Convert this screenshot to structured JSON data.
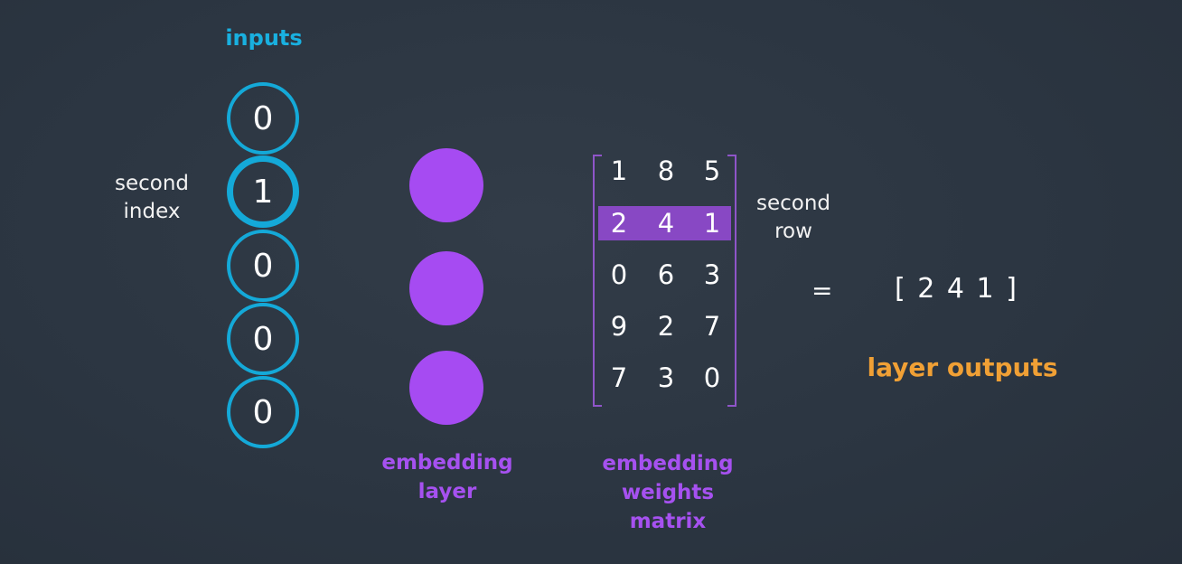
{
  "inputs": {
    "title": "inputs",
    "values": [
      "0",
      "1",
      "0",
      "0",
      "0"
    ],
    "active_index": 1
  },
  "side_label": {
    "line1": "second",
    "line2": "index"
  },
  "embedding_layer": {
    "line1": "embedding",
    "line2": "layer",
    "node_count": 3
  },
  "matrix": {
    "rows": [
      [
        "1",
        "8",
        "5"
      ],
      [
        "2",
        "4",
        "1"
      ],
      [
        "0",
        "6",
        "3"
      ],
      [
        "9",
        "2",
        "7"
      ],
      [
        "7",
        "3",
        "0"
      ]
    ],
    "highlight_row": 1,
    "row_label": {
      "line1": "second",
      "line2": "row"
    },
    "caption": {
      "line1": "embedding",
      "line2": "weights",
      "line3": "matrix"
    }
  },
  "output": {
    "equals": "=",
    "open": "[",
    "values": [
      "2",
      "4",
      "1"
    ],
    "close": "]",
    "label": "layer outputs"
  },
  "colors": {
    "background": "#2b3541",
    "input_blue": "#14a9d8",
    "purple": "#a64bf2",
    "highlight": "#8848c4",
    "orange": "#f0a035"
  }
}
